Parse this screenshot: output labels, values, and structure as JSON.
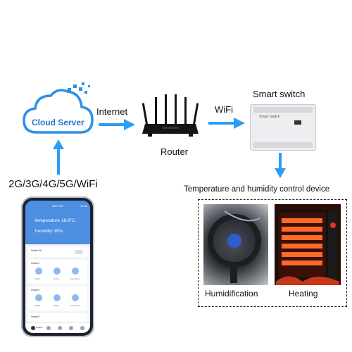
{
  "cloud": {
    "label": "Cloud Server"
  },
  "labels": {
    "internet": "Internet",
    "wifi": "WiFi",
    "router": "Router",
    "smart_switch": "Smart switch",
    "network": "2G/3G/4G/5G/WiFi",
    "device_title": "Temperature and humidity control device",
    "humidification": "Humidification",
    "heating": "Heating"
  },
  "switch_device": {
    "header": "Smart Switch"
  },
  "phone": {
    "title": "MOYITE",
    "time": "14:58",
    "temperature": "temperature 18.9°C",
    "humidity": "humidity 39%",
    "switch_all": "Switch All",
    "rows": [
      {
        "name": "Switch1",
        "buttons": [
          "switch",
          "timing",
          "count down"
        ]
      },
      {
        "name": "Switch2",
        "buttons": [
          "switch",
          "timing",
          "count down"
        ]
      },
      {
        "name": "Switch3",
        "buttons": []
      }
    ],
    "tab_active": "Default"
  },
  "colors": {
    "accent": "#2e8fe8",
    "arrow": "#2a9df4",
    "cloud_text": "#1f74d8"
  }
}
